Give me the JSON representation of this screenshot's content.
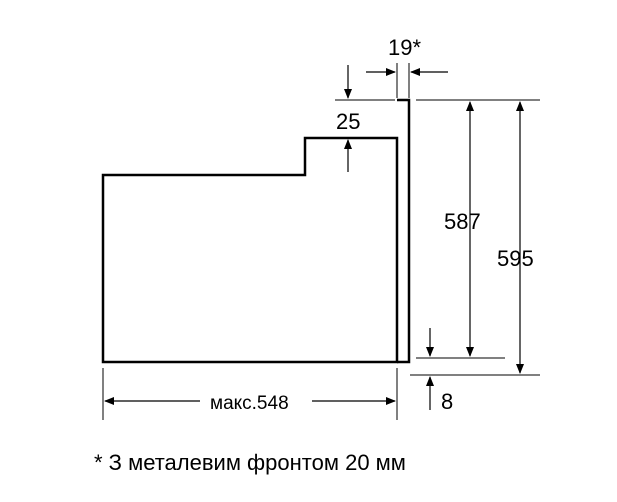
{
  "dimensions": {
    "front_note_width": "19*",
    "step_height": "25",
    "inner_height": "587",
    "total_height": "595",
    "bottom_offset": "8",
    "depth": "макс.548"
  },
  "footnote": "* З металевим фронтом 20 мм",
  "colors": {
    "line": "#000000",
    "background": "#ffffff"
  }
}
